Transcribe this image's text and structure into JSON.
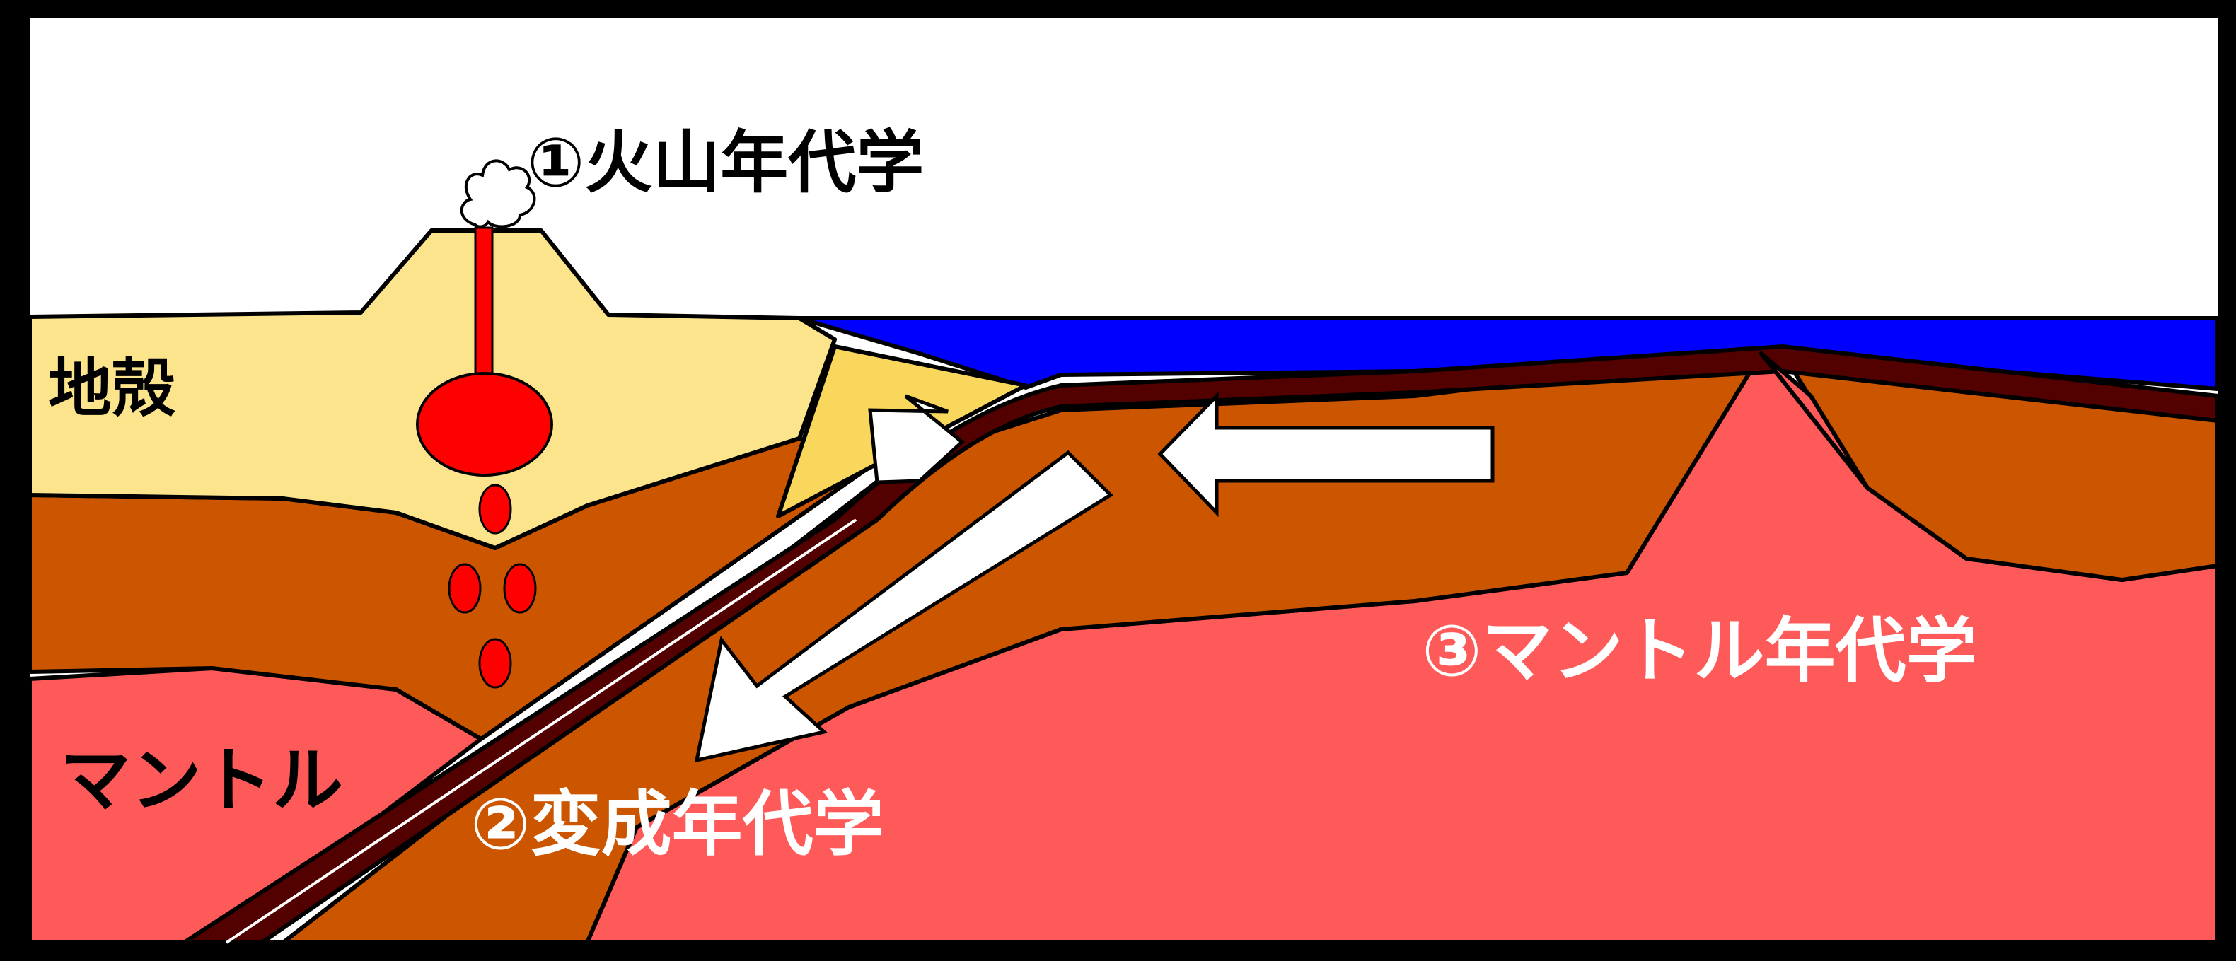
{
  "labels": {
    "volcano_dating": "①火山年代学",
    "crust": "地殻",
    "mantle": "マントル",
    "metamorphic_dating": "②変成年代学",
    "mantle_dating": "③マントル年代学"
  },
  "colors": {
    "frame": "#000000",
    "sky": "#ffffff",
    "crust": "#fbe48b",
    "accretionary_wedge": "#f9d65c",
    "ocean": "#0000ff",
    "lithospheric_mantle": "#cc5500",
    "slab": "#520000",
    "asthenosphere": "#ff5a5a",
    "magma": "#ff0000",
    "arrow": "#ffffff"
  },
  "icons": [
    "volcano-plume-icon",
    "magma-chamber-icon",
    "arrow-icon"
  ]
}
